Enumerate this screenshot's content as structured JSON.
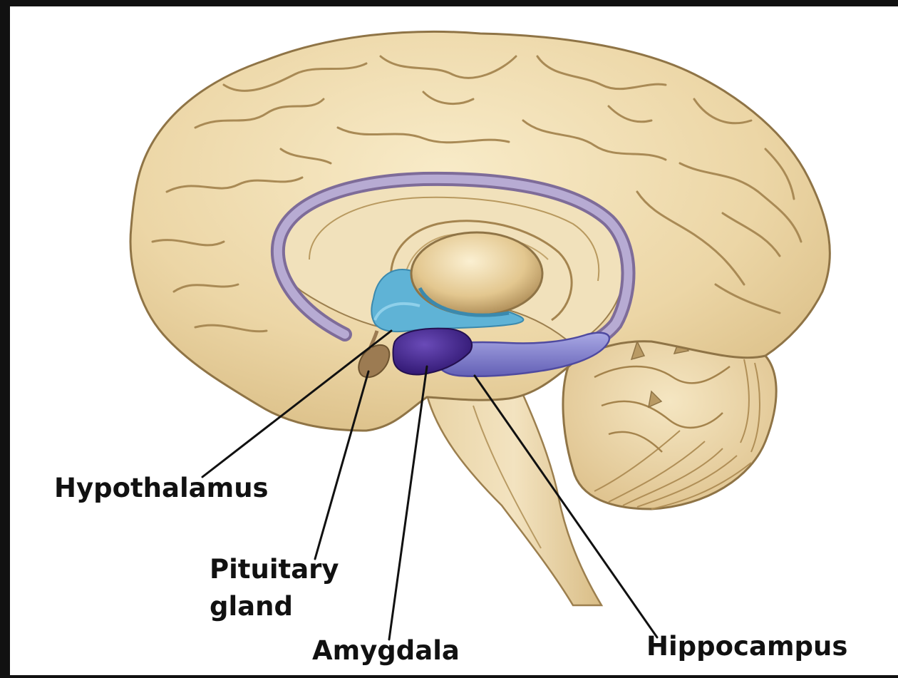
{
  "labels": {
    "hypothalamus": "Hypothalamus",
    "pituitary_line1": "Pituitary",
    "pituitary_line2": "gland",
    "amygdala": "Amygdala",
    "hippocampus": "Hippocampus"
  },
  "colors": {
    "frame": "#111111",
    "brain_fill": "#ecd9ac",
    "brain_outline": "#8f7446",
    "fornix": "#a597c2",
    "hypothalamus": "#5fb3d6",
    "amygdala": "#4a2a92",
    "hippocampus": "#7f7ccc",
    "pituitary": "#9c7b52",
    "leader_line": "#111111"
  }
}
